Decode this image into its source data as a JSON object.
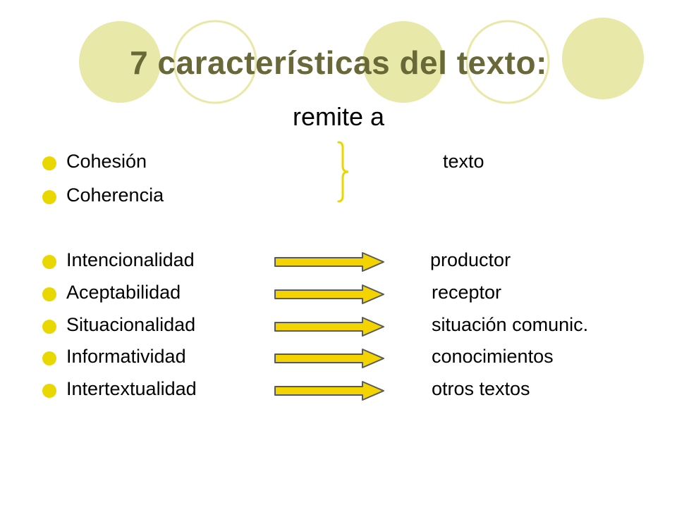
{
  "slide": {
    "title": "7 características del texto:",
    "subtitle": "remite a",
    "group_texto": {
      "items": [
        "Cohesión",
        "Coherencia"
      ],
      "target": "texto"
    },
    "arrow_items": [
      {
        "label": "Intencionalidad",
        "target": "productor"
      },
      {
        "label": "Aceptabilidad",
        "target": "receptor"
      },
      {
        "label": "Situacionalidad",
        "target": "situación comunic."
      },
      {
        "label": "Informatividad",
        "target": "conocimientos"
      },
      {
        "label": "Intertextualidad",
        "target": "otros textos"
      }
    ]
  },
  "colors": {
    "title": "#686838",
    "bullet": "#e8d800",
    "arrow_fill": "#f4d400",
    "arrow_stroke": "#5a5a5a",
    "circle_fill": "#e8e8a8",
    "circle_outline": "#e8e8a8",
    "brace": "#e8d800"
  },
  "icons": {
    "bullet": "yellow-dot-bullet",
    "arrow": "right-block-arrow",
    "brace": "right-curly-brace"
  }
}
